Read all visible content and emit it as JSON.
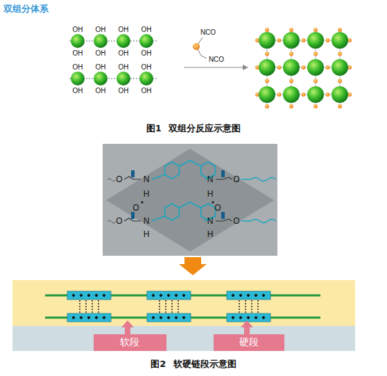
{
  "diagram": {
    "title": "双组分体系",
    "nodes": [
      {
        "text": [
          "软段"
        ]
      },
      {
        "text": [
          "硬段"
        ]
      }
    ],
    "labels": [
      "OH",
      "OH",
      "OH",
      "OH",
      "OH",
      "OH",
      "OH",
      "OH",
      "OH",
      "OH",
      "OH",
      "OH",
      "OH",
      "OH",
      "OH",
      "OH",
      "NCO",
      "NCO",
      "O",
      "N",
      "H",
      "N",
      "O",
      "H",
      "O",
      "O",
      "N",
      "H",
      "O",
      "N",
      "O",
      "H",
      "图1 双组分反应示意图",
      "图2 软硬链段示意图"
    ]
  }
}
